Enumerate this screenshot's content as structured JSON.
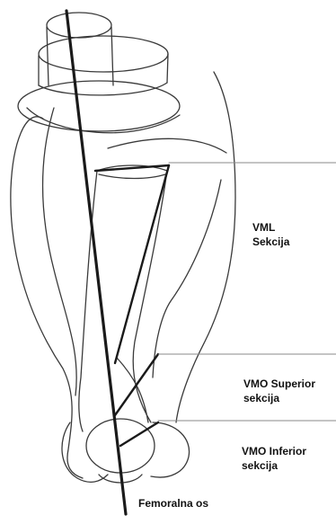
{
  "labels": {
    "vml_line1": "VML",
    "vml_line2": "Sekcija",
    "vmo_superior_line1": "VMO Superior",
    "vmo_superior_line2": "sekcija",
    "vmo_inferior_line1": "VMO Inferior",
    "vmo_inferior_line2": "sekcija",
    "femoral_axis": "Femoralna os"
  },
  "colors": {
    "sketch_stroke": "#3a3a3a",
    "axis_stroke": "#1a1a1a",
    "guide_line": "#8a8a8a",
    "background": "#ffffff"
  }
}
